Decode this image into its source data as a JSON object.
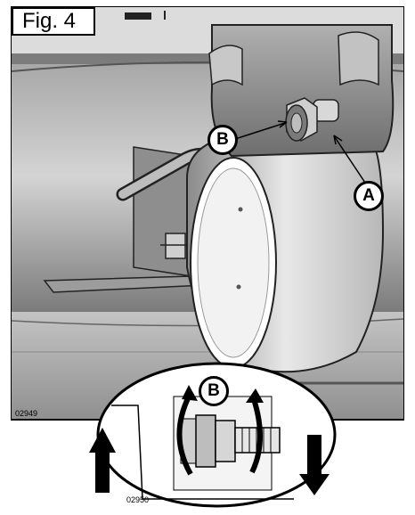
{
  "figure": {
    "label": "Fig. 4"
  },
  "callouts": {
    "a": "A",
    "b": "B",
    "b_inset": "B"
  },
  "codes": {
    "main": "02949",
    "inset": "02950"
  },
  "colors": {
    "metal_dark": "#5a5a5a",
    "metal_mid": "#9a9a9a",
    "metal_light": "#d8d8d8",
    "outline": "#000000"
  }
}
